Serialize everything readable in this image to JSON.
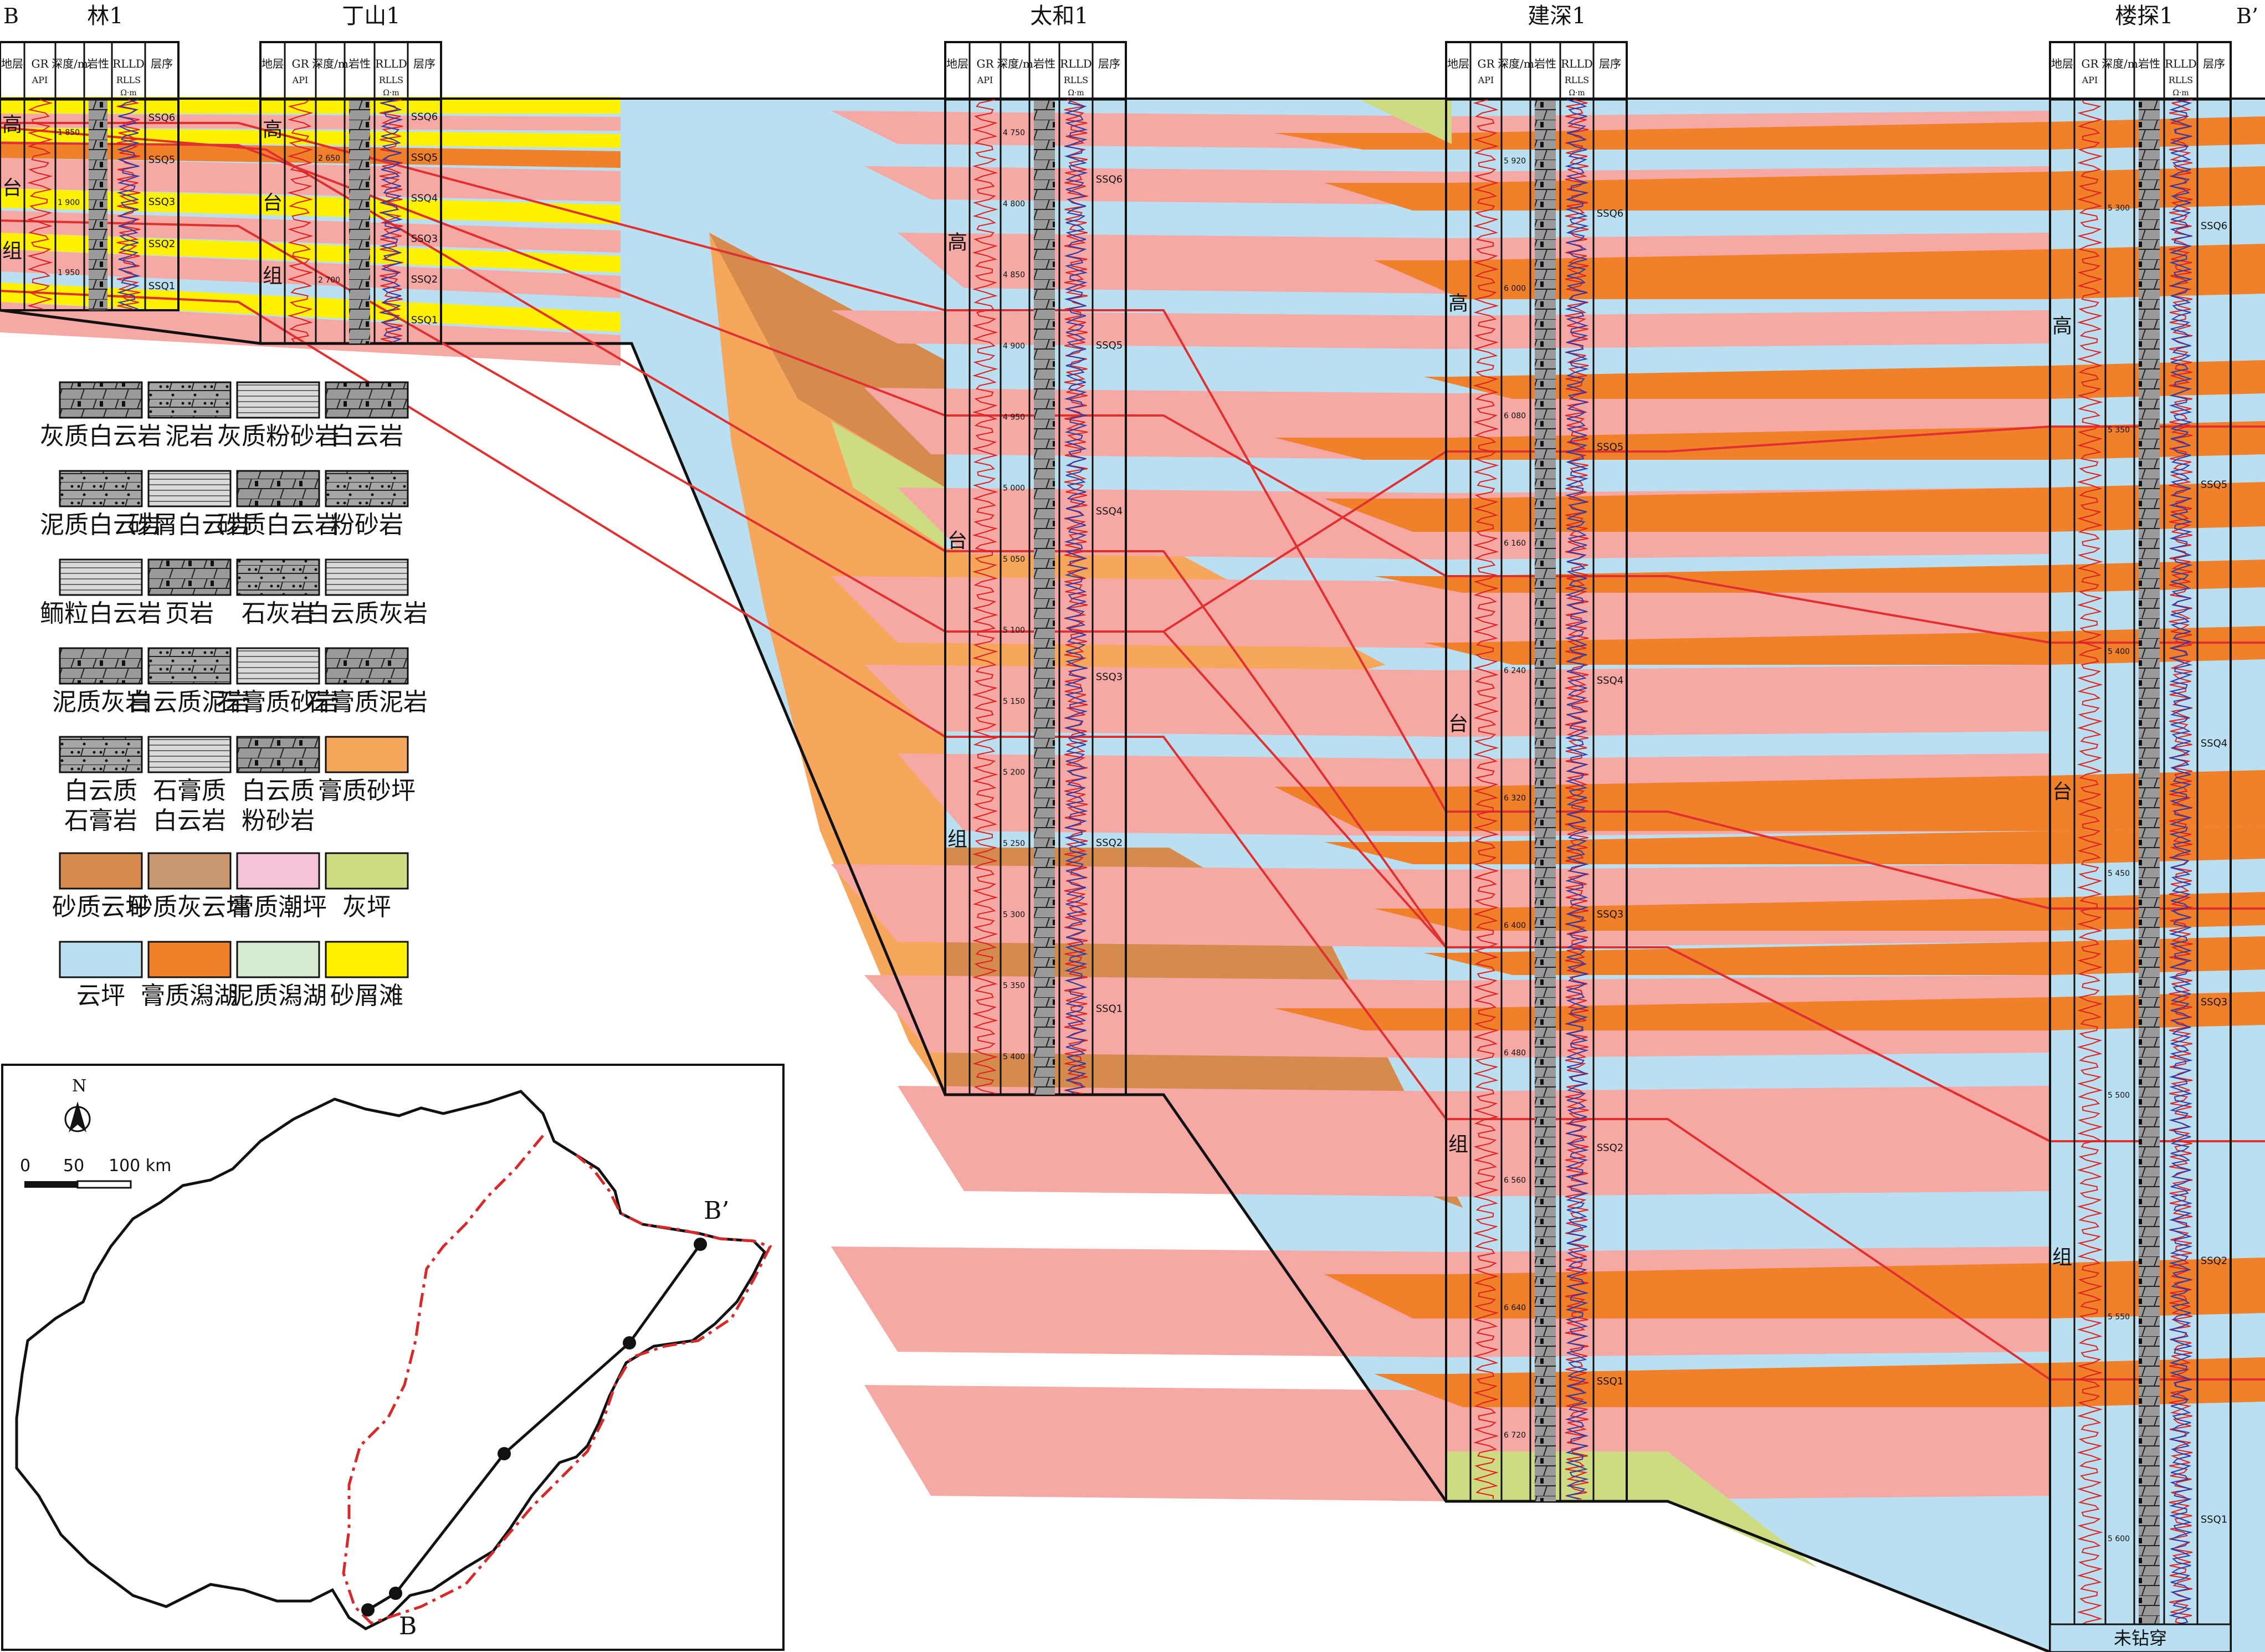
{
  "section": {
    "end_left": "B",
    "end_right": "B’",
    "wells": [
      {
        "name": "林1",
        "formation": [
          "高",
          "台",
          "组"
        ],
        "depth_ticks": [
          "1 850",
          "1 900",
          "1 950"
        ],
        "ssq": [
          "SSQ6",
          "SSQ5",
          "SSQ3",
          "SSQ2",
          "SSQ1"
        ]
      },
      {
        "name": "丁山1",
        "formation": [
          "高",
          "台",
          "组"
        ],
        "depth_ticks": [
          "2 650",
          "2 700"
        ],
        "ssq": [
          "SSQ6",
          "SSQ5",
          "SSQ4",
          "SSQ3",
          "SSQ2",
          "SSQ1"
        ]
      },
      {
        "name": "太和1",
        "formation": [
          "高",
          "台",
          "组"
        ],
        "depth_ticks": [
          "4 750",
          "4 800",
          "4 850",
          "4 900",
          "4 950",
          "5 000",
          "5 050",
          "5 100",
          "5 150",
          "5 200",
          "5 250",
          "5 300",
          "5 350",
          "5 400"
        ],
        "ssq": [
          "SSQ6",
          "SSQ5",
          "SSQ4",
          "SSQ3",
          "SSQ2",
          "SSQ1"
        ]
      },
      {
        "name": "建深1",
        "formation": [
          "高",
          "台",
          "组"
        ],
        "depth_ticks": [
          "5 920",
          "6 000",
          "6 080",
          "6 160",
          "6 240",
          "6 320",
          "6 400",
          "6 480",
          "6 560",
          "6 640",
          "6 720"
        ],
        "ssq": [
          "SSQ6",
          "SSQ5",
          "SSQ4",
          "SSQ3",
          "SSQ2",
          "SSQ1"
        ]
      },
      {
        "name": "楼探1",
        "formation": [
          "高",
          "台",
          "组"
        ],
        "depth_ticks": [
          "5 300",
          "5 350",
          "5 400",
          "5 450",
          "5 500",
          "5 550",
          "5 600"
        ],
        "ssq": [
          "SSQ6",
          "SSQ5",
          "SSQ4",
          "SSQ3",
          "SSQ2",
          "SSQ1"
        ],
        "bottom_note": "未钻穿"
      }
    ],
    "track_headers": {
      "stratum": "地层",
      "gr": "GR",
      "gr_unit": "API",
      "depth": "深度/m",
      "lith": "岩性",
      "res1": "RLLD",
      "res_unit": "Ω·m",
      "res2": "RLLS",
      "seq": "层序"
    }
  },
  "legend": [
    {
      "label": "灰质白云岩",
      "pattern": "dolo-lime"
    },
    {
      "label": "泥岩",
      "pattern": "mudstone"
    },
    {
      "label": "灰质粉砂岩",
      "pattern": "lime-siltstone"
    },
    {
      "label": "白云岩",
      "pattern": "dolomite"
    },
    {
      "label": "泥质白云岩",
      "pattern": "argill-dolomite"
    },
    {
      "label": "砂屑白云岩",
      "pattern": "sand-dolomite"
    },
    {
      "label": "砂质白云岩",
      "pattern": "sandy-dolomite"
    },
    {
      "label": "粉砂岩",
      "pattern": "siltstone"
    },
    {
      "label": "鲕粒白云岩",
      "pattern": "oolitic-dolomite"
    },
    {
      "label": "页岩",
      "pattern": "shale"
    },
    {
      "label": "石灰岩",
      "pattern": "limestone"
    },
    {
      "label": "白云质灰岩",
      "pattern": "dolo-limestone"
    },
    {
      "label": "泥质灰岩",
      "pattern": "argill-limestone"
    },
    {
      "label": "白云质泥岩",
      "pattern": "dolo-mudstone"
    },
    {
      "label": "石膏质砂岩",
      "pattern": "gypsum-sandstone"
    },
    {
      "label": "石膏质泥岩",
      "pattern": "gypsum-mudstone"
    },
    {
      "label": "白云质\n石膏岩",
      "pattern": "dolo-gypsum"
    },
    {
      "label": "石膏质\n白云岩",
      "pattern": "gypsum-dolomite"
    },
    {
      "label": "白云质\n粉砂岩",
      "pattern": "dolo-siltstone"
    },
    {
      "label": "膏质砂坪",
      "color": "#f7a75c"
    },
    {
      "label": "砂质云坪",
      "color": "#d58a4e"
    },
    {
      "label": "砂质灰云坪",
      "color": "#c99770"
    },
    {
      "label": "膏质潮坪",
      "color": "#f5c3d8"
    },
    {
      "label": "灰坪",
      "color": "#cddc82"
    },
    {
      "label": "云坪",
      "color": "#b9dff0"
    },
    {
      "label": "膏质潟湖",
      "color": "#f0802a"
    },
    {
      "label": "泥质潟湖",
      "color": "#d6ead2"
    },
    {
      "label": "砂屑滩",
      "color": "#fff200"
    }
  ],
  "map": {
    "north": "N",
    "scale_ticks": [
      "0",
      "50",
      "100 km"
    ],
    "point_b": "B",
    "point_b2": "B’"
  },
  "colors": {
    "yunping": "#b9dff0",
    "gaozhichaoping": "#f6a8a4",
    "gaozhixihu": "#f0802a",
    "gaozhishaping": "#f7a75c",
    "shazhiyunping": "#d58a4e",
    "huiping": "#cddc82",
    "shaxietan": "#fff200",
    "sequence_line": "#e03030"
  }
}
